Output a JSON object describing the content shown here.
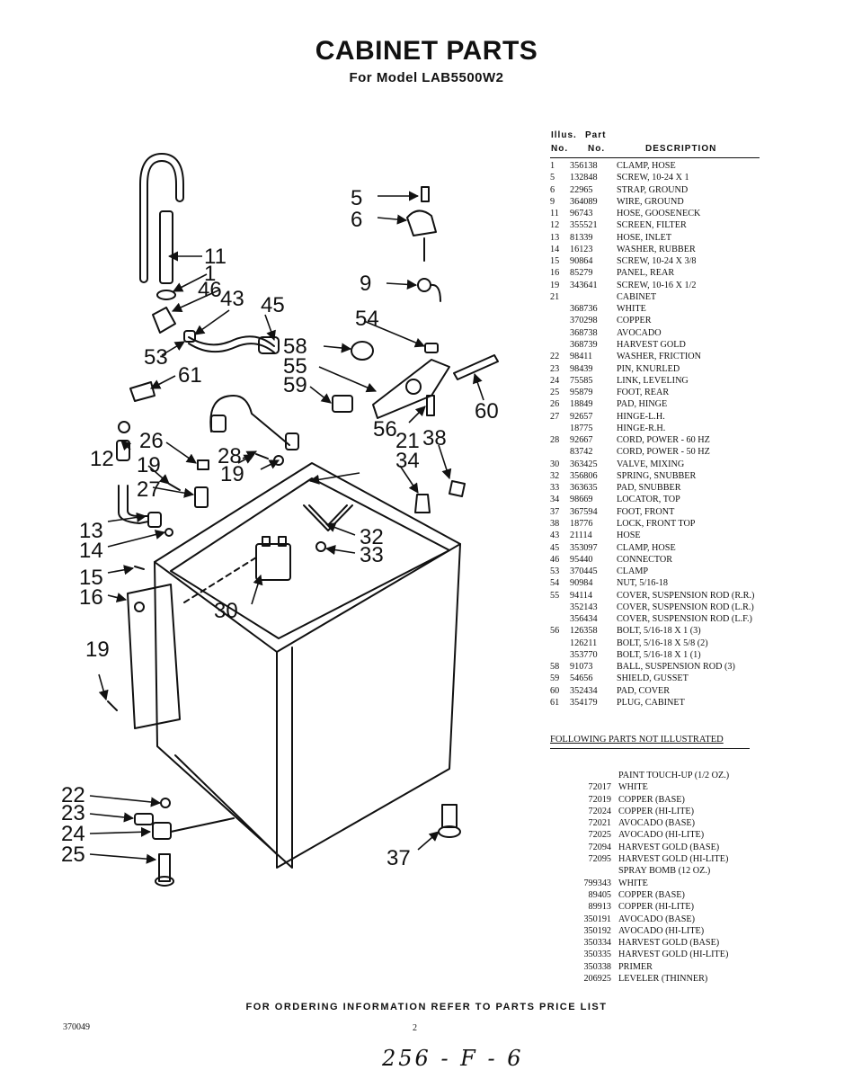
{
  "title": "CABINET PARTS",
  "subtitle": "For Model LAB5500W2",
  "table_header": {
    "illus_label": "Illus.",
    "part_label": "Part",
    "no_label": "No.",
    "no_label2": "No.",
    "description_label": "DESCRIPTION"
  },
  "parts": [
    {
      "no": "1",
      "part": "356138",
      "desc": "Clamp, Hose"
    },
    {
      "no": "5",
      "part": "132848",
      "desc": "Screw, 10-24 x 1"
    },
    {
      "no": "6",
      "part": "22965",
      "desc": "Strap, Ground"
    },
    {
      "no": "9",
      "part": "364089",
      "desc": "Wire, Ground"
    },
    {
      "no": "11",
      "part": "96743",
      "desc": "Hose, Gooseneck"
    },
    {
      "no": "12",
      "part": "355521",
      "desc": "Screen, Filter"
    },
    {
      "no": "13",
      "part": "81339",
      "desc": "Hose, Inlet"
    },
    {
      "no": "14",
      "part": "16123",
      "desc": "Washer, Rubber"
    },
    {
      "no": "15",
      "part": "90864",
      "desc": "Screw, 10-24 x 3/8"
    },
    {
      "no": "16",
      "part": "85279",
      "desc": "Panel, Rear"
    },
    {
      "no": "19",
      "part": "343641",
      "desc": "Screw, 10-16 x 1/2"
    },
    {
      "no": "21",
      "part": "",
      "desc": "Cabinet"
    },
    {
      "no": "",
      "part": "368736",
      "desc": "White"
    },
    {
      "no": "",
      "part": "370298",
      "desc": "Copper"
    },
    {
      "no": "",
      "part": "368738",
      "desc": "Avocado"
    },
    {
      "no": "",
      "part": "368739",
      "desc": "Harvest Gold"
    },
    {
      "no": "22",
      "part": "98411",
      "desc": "Washer, Friction"
    },
    {
      "no": "23",
      "part": "98439",
      "desc": "Pin, Knurled"
    },
    {
      "no": "24",
      "part": "75585",
      "desc": "Link, Leveling"
    },
    {
      "no": "25",
      "part": "95879",
      "desc": "Foot, Rear"
    },
    {
      "no": "26",
      "part": "18849",
      "desc": "Pad, Hinge"
    },
    {
      "no": "27",
      "part": "92657",
      "desc": "Hinge-L.H."
    },
    {
      "no": "",
      "part": "18775",
      "desc": "Hinge-R.H."
    },
    {
      "no": "28",
      "part": "92667",
      "desc": "Cord, Power - 60 Hz"
    },
    {
      "no": "",
      "part": "83742",
      "desc": "Cord, Power - 50 Hz"
    },
    {
      "no": "30",
      "part": "363425",
      "desc": "Valve, Mixing"
    },
    {
      "no": "32",
      "part": "356806",
      "desc": "Spring, Snubber"
    },
    {
      "no": "33",
      "part": "363635",
      "desc": "Pad, Snubber"
    },
    {
      "no": "34",
      "part": "98669",
      "desc": "Locator, Top"
    },
    {
      "no": "37",
      "part": "367594",
      "desc": "Foot, Front"
    },
    {
      "no": "38",
      "part": "18776",
      "desc": "Lock, Front Top"
    },
    {
      "no": "43",
      "part": "21114",
      "desc": "Hose"
    },
    {
      "no": "45",
      "part": "353097",
      "desc": "Clamp, Hose"
    },
    {
      "no": "46",
      "part": "95440",
      "desc": "Connector"
    },
    {
      "no": "53",
      "part": "370445",
      "desc": "Clamp"
    },
    {
      "no": "54",
      "part": "90984",
      "desc": "Nut, 5/16-18"
    },
    {
      "no": "55",
      "part": "94114",
      "desc": "Cover, Suspension Rod (R.R.)"
    },
    {
      "no": "",
      "part": "352143",
      "desc": "Cover, Suspension Rod (L.R.)"
    },
    {
      "no": "",
      "part": "356434",
      "desc": "Cover, Suspension Rod (L.F.)"
    },
    {
      "no": "56",
      "part": "126358",
      "desc": "Bolt, 5/16-18 x 1 (3)"
    },
    {
      "no": "",
      "part": "126211",
      "desc": "Bolt, 5/16-18 x 5/8 (2)"
    },
    {
      "no": "",
      "part": "353770",
      "desc": "Bolt, 5/16-18 x 1 (1)"
    },
    {
      "no": "58",
      "part": "91073",
      "desc": "Ball, Suspension Rod (3)"
    },
    {
      "no": "59",
      "part": "54656",
      "desc": "Shield, Gusset"
    },
    {
      "no": "60",
      "part": "352434",
      "desc": "Pad, Cover"
    },
    {
      "no": "61",
      "part": "354179",
      "desc": "Plug, Cabinet"
    }
  ],
  "not_illustrated_heading": "FOLLOWING PARTS NOT ILLUSTRATED",
  "extras": [
    {
      "part": "",
      "desc": "PAINT TOUCH-UP (1/2 OZ.)"
    },
    {
      "part": "72017",
      "desc": "WHITE"
    },
    {
      "part": "72019",
      "desc": "COPPER (BASE)"
    },
    {
      "part": "72024",
      "desc": "COPPER (HI-LITE)"
    },
    {
      "part": "72021",
      "desc": "AVOCADO (BASE)"
    },
    {
      "part": "72025",
      "desc": "AVOCADO (HI-LITE)"
    },
    {
      "part": "72094",
      "desc": "HARVEST GOLD (BASE)"
    },
    {
      "part": "72095",
      "desc": "HARVEST GOLD (HI-LITE)"
    },
    {
      "part": "",
      "desc": "SPRAY BOMB (12 OZ.)"
    },
    {
      "part": "799343",
      "desc": "WHITE"
    },
    {
      "part": "89405",
      "desc": "COPPER (BASE)"
    },
    {
      "part": "89913",
      "desc": "COPPER (HI-LITE)"
    },
    {
      "part": "350191",
      "desc": "AVOCADO (BASE)"
    },
    {
      "part": "350192",
      "desc": "AVOCADO (HI-LITE)"
    },
    {
      "part": "350334",
      "desc": "HARVEST GOLD (BASE)"
    },
    {
      "part": "350335",
      "desc": "HARVEST GOLD (HI-LITE)"
    },
    {
      "part": "350338",
      "desc": "PRIMER"
    },
    {
      "part": "206925",
      "desc": "LEVELER (THINNER)"
    }
  ],
  "callouts": {
    "c1": "1",
    "c5": "5",
    "c6": "6",
    "c9": "9",
    "c11": "11",
    "c12": "12",
    "c13": "13",
    "c14": "14",
    "c15": "15",
    "c16": "16",
    "c19a": "19",
    "c19b": "19",
    "c19c": "19",
    "c21": "21",
    "c22": "22",
    "c23": "23",
    "c24": "24",
    "c25": "25",
    "c26": "26",
    "c27": "27",
    "c28": "28",
    "c30": "30",
    "c32": "32",
    "c33": "33",
    "c34": "34",
    "c37": "37",
    "c38": "38",
    "c43": "43",
    "c45": "45",
    "c46": "46",
    "c53": "53",
    "c54": "54",
    "c55": "55",
    "c56": "56",
    "c58": "58",
    "c59": "59",
    "c60": "60",
    "c61": "61"
  },
  "footer": "FOR ORDERING INFORMATION REFER TO PARTS PRICE LIST",
  "doc_number": "370049",
  "page_number": "2",
  "handwritten": "256 - F - 6"
}
